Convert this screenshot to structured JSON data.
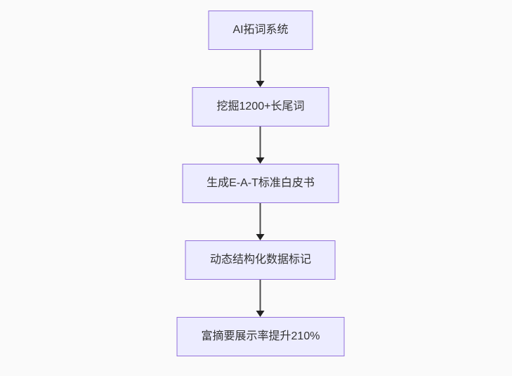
{
  "diagram": {
    "type": "flowchart",
    "direction": "top-down",
    "nodes": [
      {
        "id": "A",
        "label": "AI拓词系统"
      },
      {
        "id": "B",
        "label": "挖掘1200+长尾词"
      },
      {
        "id": "C",
        "label": "生成E-A-T标准白皮书"
      },
      {
        "id": "D",
        "label": "动态结构化数据标记"
      },
      {
        "id": "E",
        "label": "富摘要展示率提升210%"
      }
    ],
    "edges": [
      {
        "from": "A",
        "to": "B"
      },
      {
        "from": "B",
        "to": "C"
      },
      {
        "from": "C",
        "to": "D"
      },
      {
        "from": "D",
        "to": "E"
      }
    ],
    "colors": {
      "node_fill": "#ECECFF",
      "node_border": "#9370DB",
      "arrow": "#333333",
      "text": "#333333",
      "background": "#FAFAFA"
    }
  }
}
